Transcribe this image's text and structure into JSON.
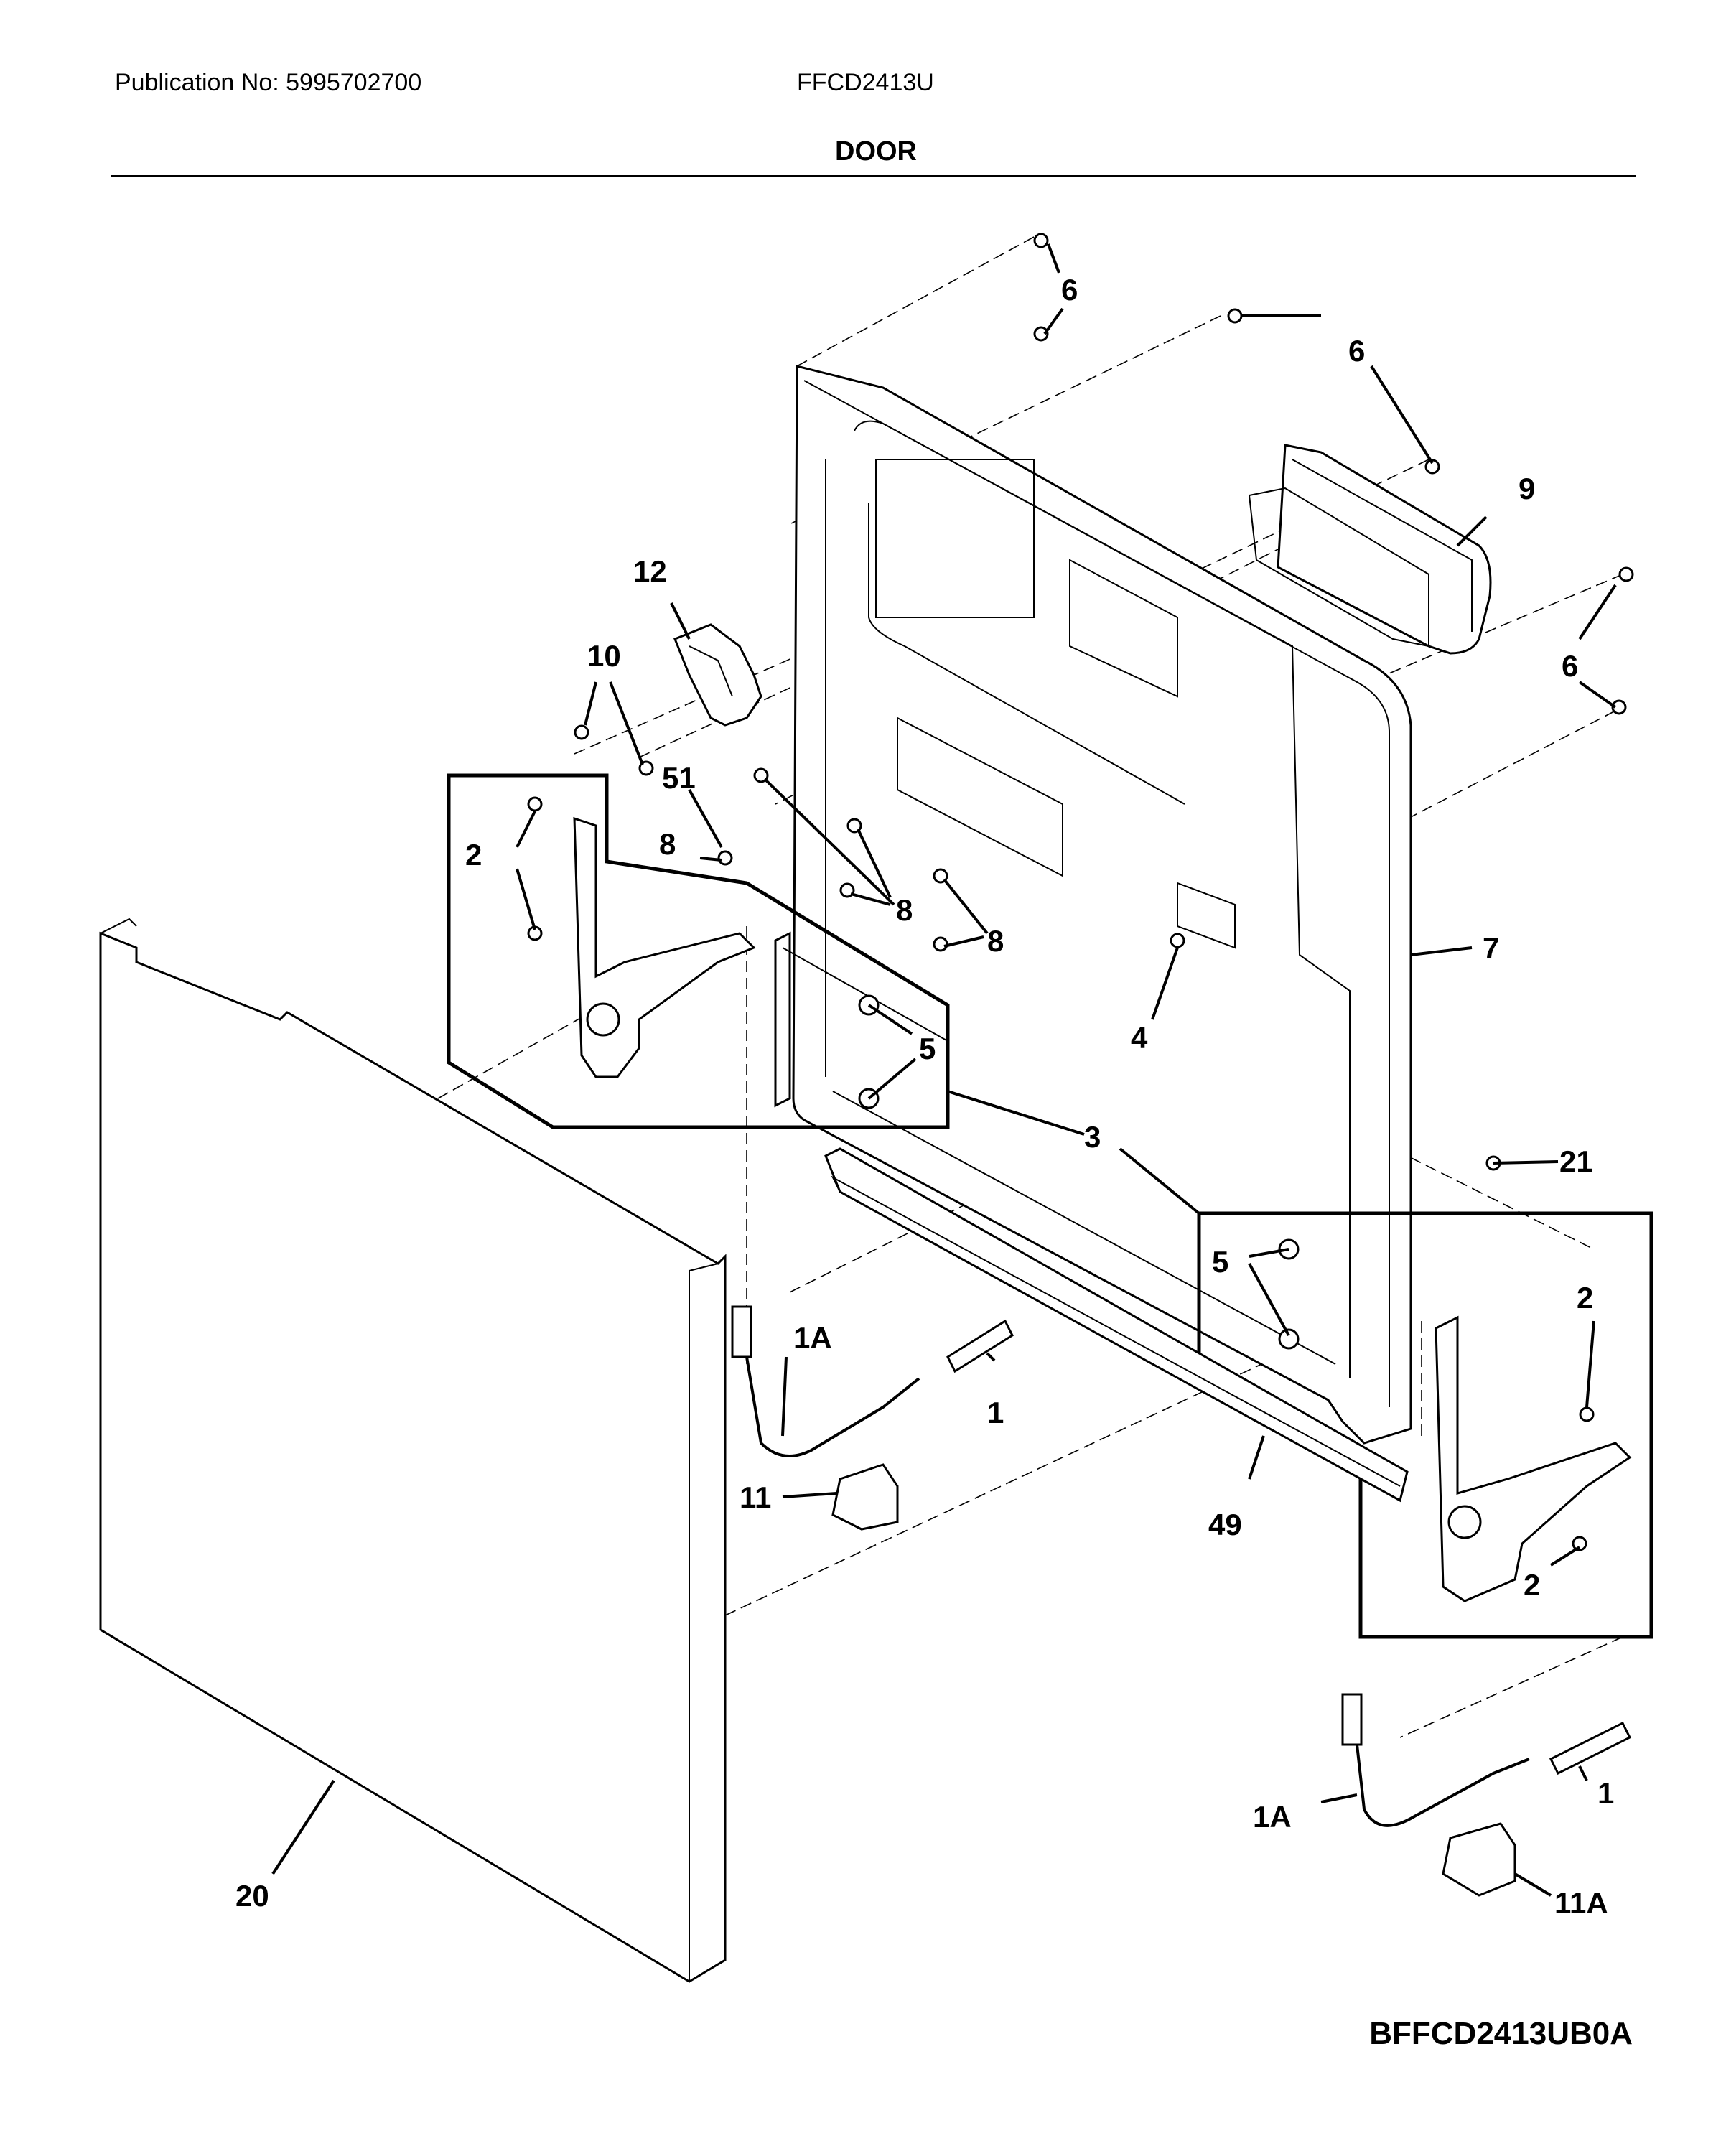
{
  "header": {
    "publication": "Publication No: 5995702700",
    "model": "FFCD2413U",
    "section": "DOOR"
  },
  "diagram_code": "BFFCD2413UB0A",
  "callouts": {
    "c6a": "6",
    "c6b": "6",
    "c6c": "6",
    "c9": "9",
    "c12": "12",
    "c10": "10",
    "c51": "51",
    "c8a": "8",
    "c8b": "8",
    "c8c": "8",
    "c2a": "2",
    "c5a": "5",
    "c7": "7",
    "c4": "4",
    "c3": "3",
    "c21": "21",
    "c5b": "5",
    "c2b": "2",
    "c2c": "2",
    "c1Aa": "1A",
    "c1a": "1",
    "c49": "49",
    "c11": "11",
    "c20": "20",
    "c1Ab": "1A",
    "c1b": "1",
    "c11A": "11A"
  }
}
